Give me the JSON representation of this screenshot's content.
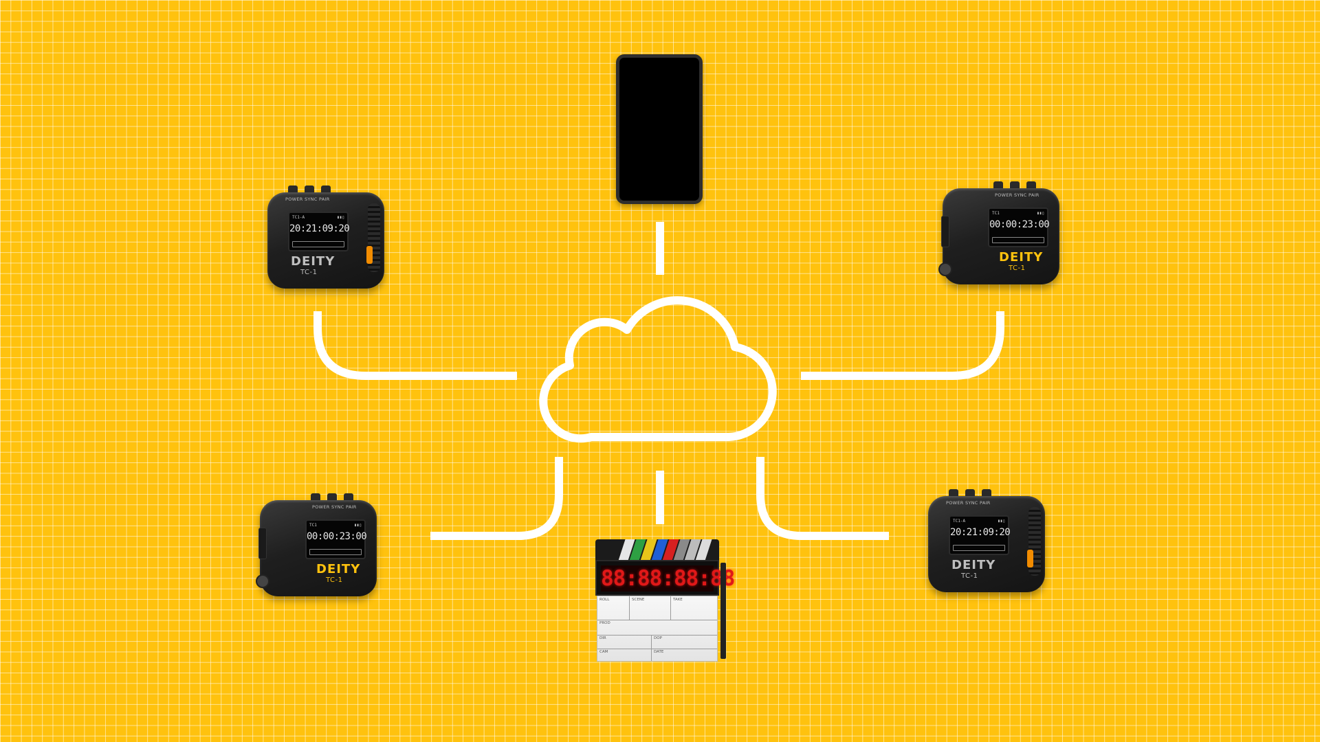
{
  "diagram": {
    "hub": {
      "icon": "cloud-icon"
    },
    "top_device": {
      "icon": "smartphone-icon"
    },
    "bottom_device": {
      "icon": "clapperboard-icon",
      "display": "88:88:88:88",
      "fields": [
        "ROLL",
        "SCENE",
        "TAKE",
        "PROD",
        "DIR",
        "DOP",
        "CAM",
        "DATE"
      ]
    },
    "timecode_boxes": [
      {
        "id": "top-left",
        "brand": "DEITY",
        "model": "TC-1",
        "buttons": "POWER SYNC PAIR",
        "screen_id": "TC1-A",
        "time": "20:21:09:20",
        "brand_color": "#BFBFBF"
      },
      {
        "id": "top-right",
        "brand": "DEITY",
        "model": "TC-1",
        "buttons": "POWER SYNC PAIR",
        "screen_id": "TC1",
        "time": "00:00:23:00",
        "brand_color": "#FFC20E"
      },
      {
        "id": "bottom-left",
        "brand": "DEITY",
        "model": "TC-1",
        "buttons": "POWER SYNC PAIR",
        "screen_id": "TC1",
        "time": "00:00:23:00",
        "brand_color": "#FFC20E"
      },
      {
        "id": "bottom-right",
        "brand": "DEITY",
        "model": "TC-1",
        "buttons": "POWER SYNC PAIR",
        "screen_id": "TC1-A",
        "time": "20:21:09:20",
        "brand_color": "#BFBFBF"
      }
    ],
    "colors": {
      "background": "#FFC20E",
      "connector": "#FFFFFF",
      "device_body": "#1F1F1F",
      "accent_orange": "#F28C00"
    }
  }
}
